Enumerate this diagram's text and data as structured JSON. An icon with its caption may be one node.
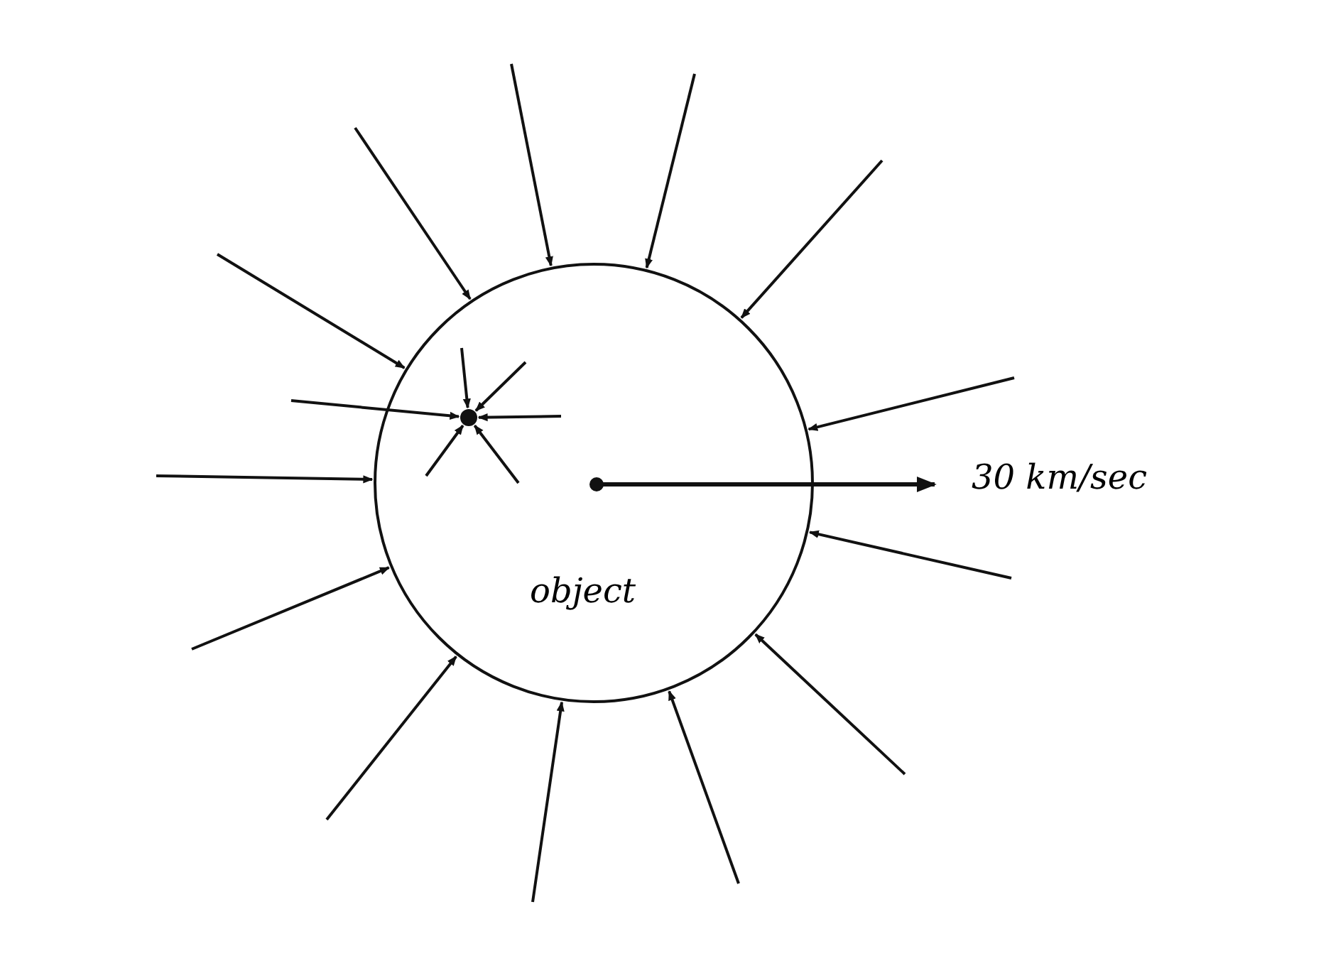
{
  "diagram": {
    "nodes": [
      {
        "text": [
          "object"
        ]
      },
      {
        "text": [],
        "shape": "circle",
        "in": 0
      }
    ],
    "edges": [
      {
        "from": null,
        "to": 0,
        "arrow": "to"
      },
      {
        "from": null,
        "to": 0,
        "arrow": "to"
      },
      {
        "from": null,
        "to": 0,
        "arrow": "to"
      },
      {
        "from": null,
        "to": 0,
        "arrow": "to"
      },
      {
        "from": null,
        "to": 0,
        "arrow": "to"
      },
      {
        "from": null,
        "to": 0,
        "arrow": "to"
      },
      {
        "from": null,
        "to": 0,
        "arrow": "to"
      },
      {
        "from": null,
        "to": 0,
        "arrow": "to"
      },
      {
        "from": null,
        "to": 0,
        "arrow": "to"
      },
      {
        "from": null,
        "to": 0,
        "arrow": "to"
      },
      {
        "from": null,
        "to": 0,
        "arrow": "to"
      },
      {
        "from": null,
        "to": 0,
        "arrow": "to"
      },
      {
        "from": null,
        "to": 0,
        "arrow": "to"
      },
      {
        "from": null,
        "to": 1,
        "arrow": "to"
      },
      {
        "from": null,
        "to": 1,
        "arrow": "to"
      },
      {
        "from": null,
        "to": 1,
        "arrow": "to"
      },
      {
        "from": null,
        "to": 1,
        "arrow": "to"
      },
      {
        "from": null,
        "to": 1,
        "arrow": "to"
      },
      {
        "from": null,
        "to": 1,
        "arrow": "to"
      }
    ],
    "labels": [
      "30 km/sec"
    ]
  }
}
